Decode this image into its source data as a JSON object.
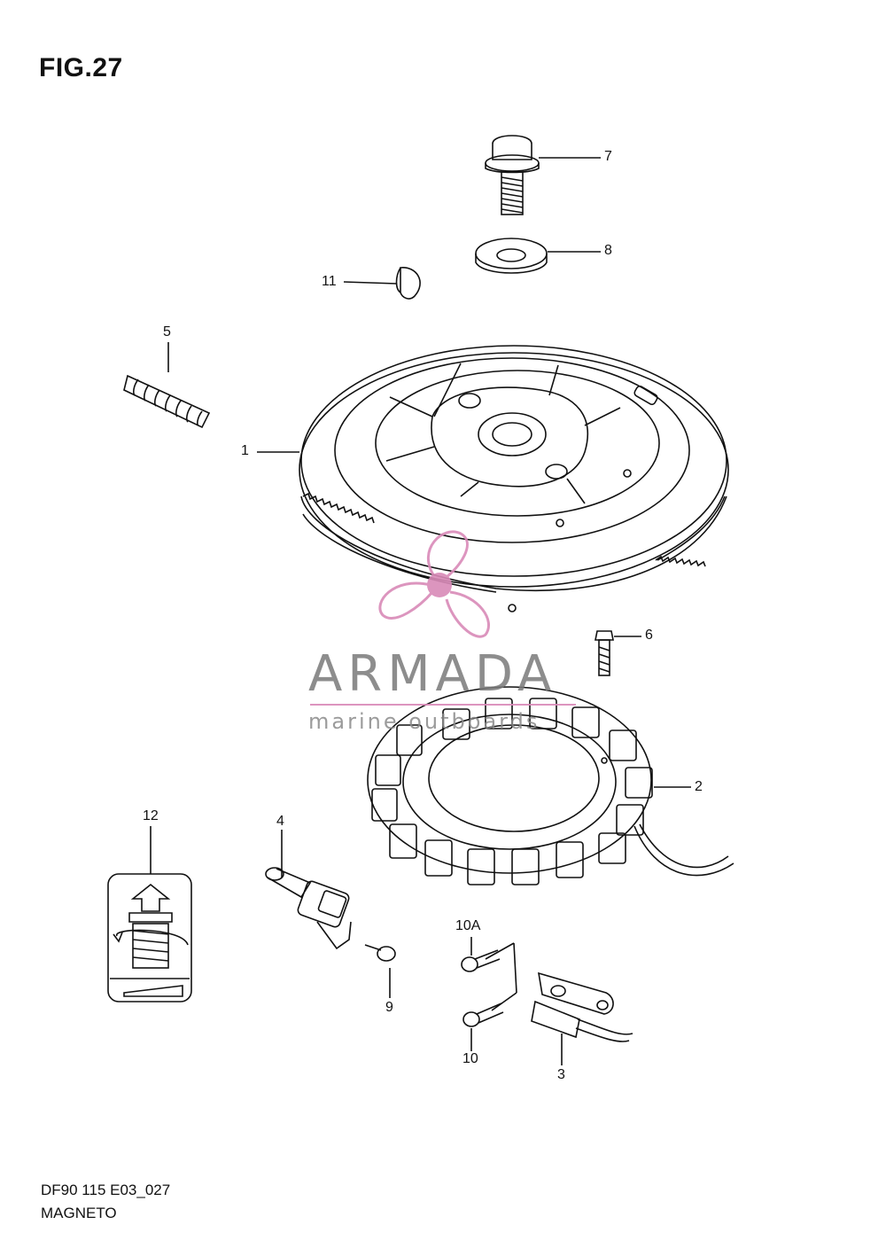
{
  "figure": {
    "title": "FIG.27"
  },
  "footer": {
    "code": "DF90 115 E03_027",
    "name": "MAGNETO"
  },
  "callouts": {
    "c1": "1",
    "c2": "2",
    "c3": "3",
    "c4": "4",
    "c5": "5",
    "c6": "6",
    "c7": "7",
    "c8": "8",
    "c9": "9",
    "c10": "10",
    "c10a": "10A",
    "c11": "11",
    "c12": "12"
  },
  "watermark": {
    "brand": "ARMADA",
    "tagline": "marine outboards",
    "accent_color": "#d98ab8"
  },
  "icons": {
    "flywheel": "flywheel-icon",
    "stator": "stator-icon",
    "pulser_coil": "pulser-coil-icon",
    "sensor": "sensor-icon",
    "pin": "pin-icon",
    "bolt": "bolt-icon",
    "washer": "washer-icon",
    "key": "key-icon",
    "screw": "screw-icon",
    "torque_symbol": "torque-symbol-icon"
  }
}
